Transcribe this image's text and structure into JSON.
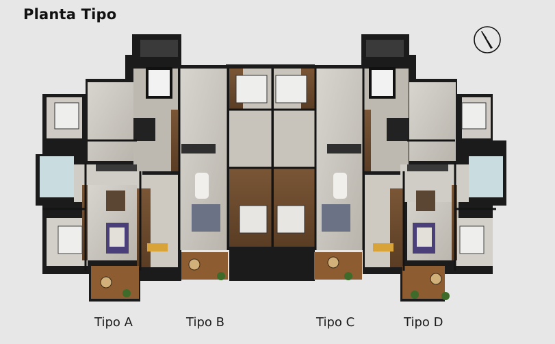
{
  "title": "Planta Tipo",
  "compass_icon": "north-arrow-icon",
  "units": [
    {
      "label": "Tipo A"
    },
    {
      "label": "Tipo B"
    },
    {
      "label": "Tipo C"
    },
    {
      "label": "Tipo D"
    }
  ],
  "colors": {
    "background": "#e7e7e7",
    "wall": "#151515",
    "floor_light": "#cfccc6",
    "floor_mid": "#a8a49c",
    "wood": "#6a4a2e",
    "terrace": "#8a5a2f",
    "glass": "#c9dde0",
    "accent_rug": "#4b3f7a"
  }
}
